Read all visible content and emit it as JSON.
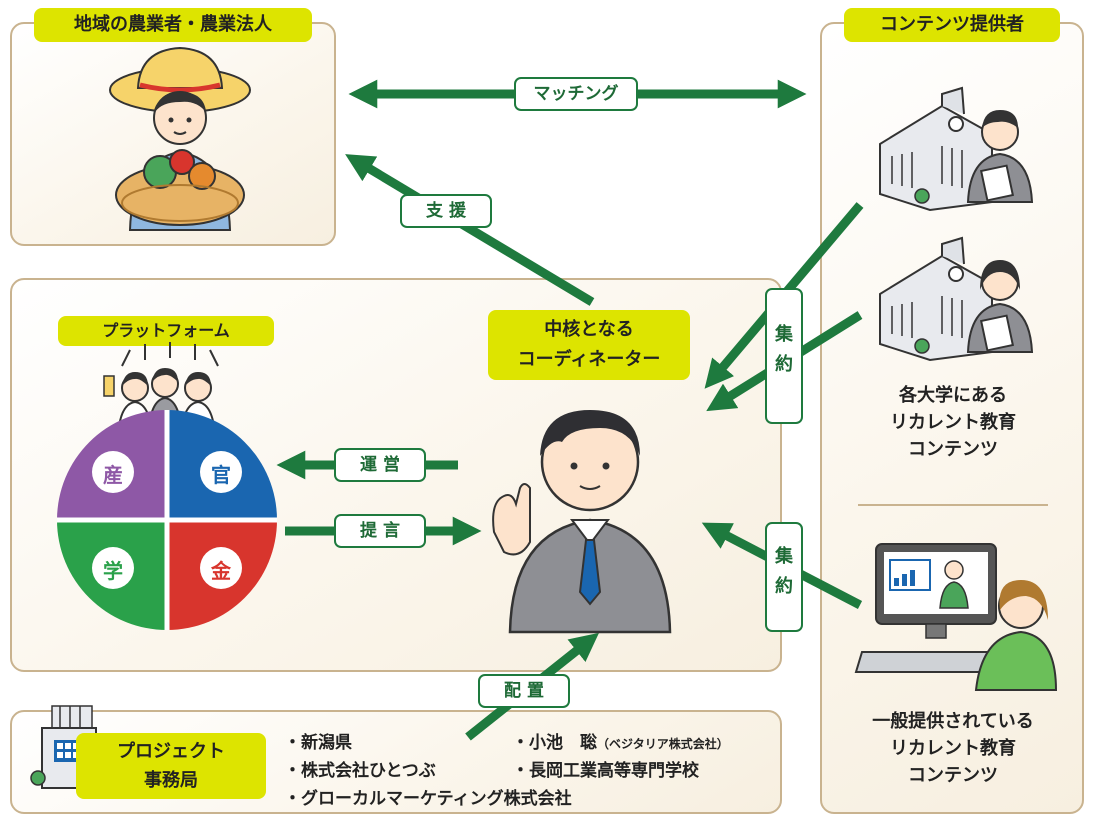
{
  "farmers_tag": "地域の農業者・農業法人",
  "content_tag": "コンテンツ提供者",
  "matching_label": "マッチング",
  "support_label": "支 援",
  "platform_tag": "プラットフォーム",
  "coordinator_tag": {
    "line1": "中核となる",
    "line2": "コーディネーター"
  },
  "aggregate_label": {
    "c1": "集",
    "c2": "約"
  },
  "operate_label": "運 営",
  "propose_label": "提 言",
  "deploy_label": "配 置",
  "pie": {
    "tl": "産",
    "tr": "官",
    "bl": "学",
    "br": "金"
  },
  "pie_colors": {
    "tl": "#8e58a6",
    "tr": "#1a66b0",
    "bl": "#2aa14a",
    "br": "#d8352d"
  },
  "accent_green": "#1e7a3e",
  "accent_tag": "#dde400",
  "university_text": [
    "各大学にある",
    "リカレント教育",
    "コンテンツ"
  ],
  "general_text": [
    "一般提供されている",
    "リカレント教育",
    "コンテンツ"
  ],
  "project_tag": {
    "line1": "プロジェクト",
    "line2": "事務局"
  },
  "members": {
    "m1": "・新潟県",
    "m2": "・株式会社ひとつぶ",
    "m3": "・グローカルマーケティング株式会社",
    "m4": "・小池　聡",
    "m4_note": "（ベジタリア株式会社）",
    "m5": "・長岡工業高等専門学校"
  }
}
